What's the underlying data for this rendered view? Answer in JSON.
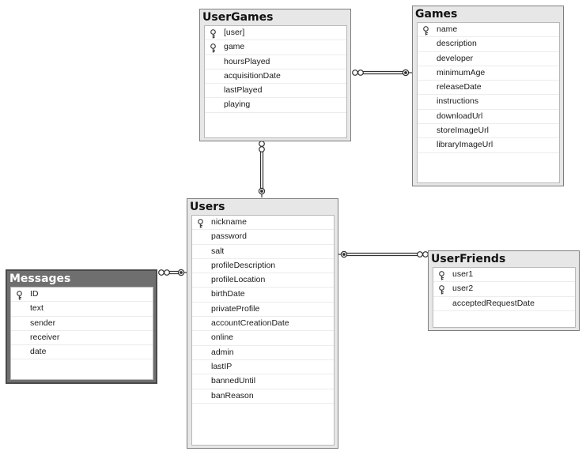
{
  "tables": {
    "user_games": {
      "name": "UserGames",
      "columns": [
        {
          "name": "[user]",
          "pk": true
        },
        {
          "name": "game",
          "pk": true
        },
        {
          "name": "hoursPlayed",
          "pk": false
        },
        {
          "name": "acquisitionDate",
          "pk": false
        },
        {
          "name": "lastPlayed",
          "pk": false
        },
        {
          "name": "playing",
          "pk": false
        }
      ]
    },
    "games": {
      "name": "Games",
      "columns": [
        {
          "name": "name",
          "pk": true
        },
        {
          "name": "description",
          "pk": false
        },
        {
          "name": "developer",
          "pk": false
        },
        {
          "name": "minimumAge",
          "pk": false
        },
        {
          "name": "releaseDate",
          "pk": false
        },
        {
          "name": "instructions",
          "pk": false
        },
        {
          "name": "downloadUrl",
          "pk": false
        },
        {
          "name": "storeImageUrl",
          "pk": false
        },
        {
          "name": "libraryImageUrl",
          "pk": false
        }
      ]
    },
    "users": {
      "name": "Users",
      "columns": [
        {
          "name": "nickname",
          "pk": true
        },
        {
          "name": "password",
          "pk": false
        },
        {
          "name": "salt",
          "pk": false
        },
        {
          "name": "profileDescription",
          "pk": false
        },
        {
          "name": "profileLocation",
          "pk": false
        },
        {
          "name": "birthDate",
          "pk": false
        },
        {
          "name": "privateProfile",
          "pk": false
        },
        {
          "name": "accountCreationDate",
          "pk": false
        },
        {
          "name": "online",
          "pk": false
        },
        {
          "name": "admin",
          "pk": false
        },
        {
          "name": "lastIP",
          "pk": false
        },
        {
          "name": "bannedUntil",
          "pk": false
        },
        {
          "name": "banReason",
          "pk": false
        }
      ]
    },
    "messages": {
      "name": "Messages",
      "columns": [
        {
          "name": "ID",
          "pk": true
        },
        {
          "name": "text",
          "pk": false
        },
        {
          "name": "sender",
          "pk": false
        },
        {
          "name": "receiver",
          "pk": false
        },
        {
          "name": "date",
          "pk": false
        }
      ]
    },
    "user_friends": {
      "name": "UserFriends",
      "columns": [
        {
          "name": "user1",
          "pk": true
        },
        {
          "name": "user2",
          "pk": true
        },
        {
          "name": "acceptedRequestDate",
          "pk": false
        }
      ]
    }
  }
}
